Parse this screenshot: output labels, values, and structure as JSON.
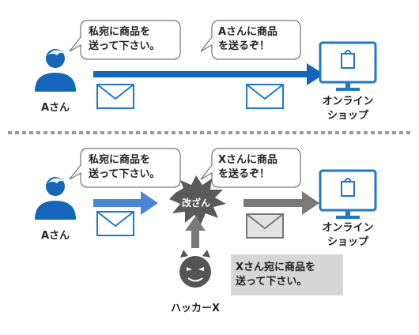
{
  "top": {
    "person_label": "Aさん",
    "bubble1": "私宛に商品を\n送って下さい。",
    "bubble2": "Aさんに商品\nを送るぞ！",
    "shop_label": "オンライン\nショップ"
  },
  "bottom": {
    "person_label": "Aさん",
    "bubble1": "私宛に商品を\n送って下さい。",
    "bubble2": "Xさんに商品\nを送るぞ！",
    "tamper_label": "改ざん",
    "altered_note": "Xさん宛に商品を\n送って下さい。",
    "shop_label": "オンライン\nショップ",
    "hacker_label": "ハッカーX"
  },
  "colors": {
    "blue": "#1565b8",
    "blue_light": "#4a86d4",
    "gray_arrow": "#7a7a7a",
    "note_bg": "#d6d6d6",
    "divider": "#9a9a9a"
  }
}
